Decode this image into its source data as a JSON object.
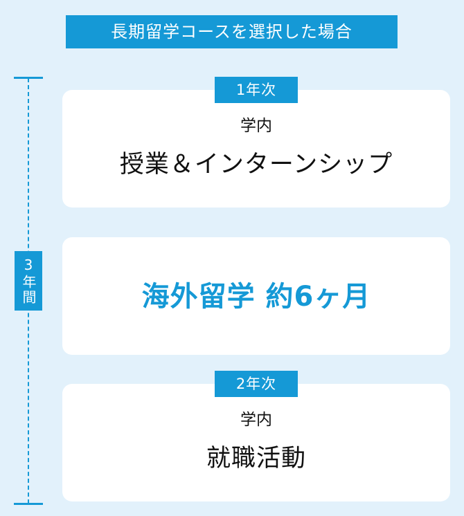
{
  "title": "長期留学コースを選択した場合",
  "timeline": {
    "duration_label": "3年間"
  },
  "stages": [
    {
      "badge": "1年次",
      "sub": "学内",
      "main": "授業＆インターンシップ"
    },
    {
      "main": "海外留学  約6ヶ月"
    },
    {
      "badge": "2年次",
      "sub": "学内",
      "main": "就職活動"
    }
  ],
  "colors": {
    "accent": "#1599d6",
    "background": "#e2f1fb",
    "card": "#ffffff",
    "text": "#111111"
  }
}
